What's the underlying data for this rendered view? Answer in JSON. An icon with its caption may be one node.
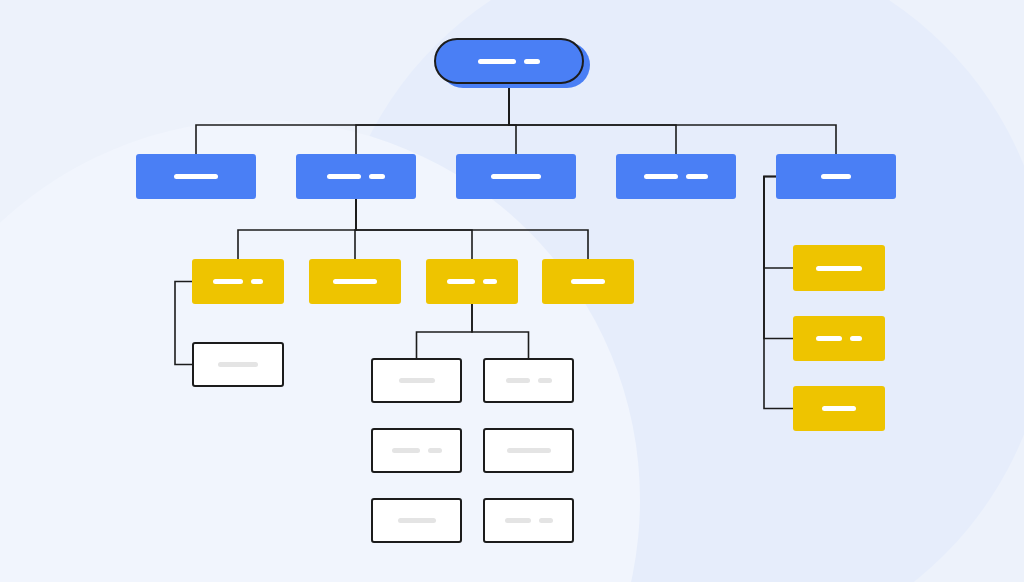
{
  "diagram": {
    "nodes": [
      {
        "text": [],
        "shape": "pill"
      },
      {
        "text": [],
        "shape": "box"
      },
      {
        "text": [],
        "shape": "box"
      },
      {
        "text": [],
        "shape": "box"
      },
      {
        "text": [],
        "shape": "box"
      },
      {
        "text": [],
        "shape": "box"
      },
      {
        "text": [],
        "shape": "box"
      },
      {
        "text": [],
        "shape": "box"
      },
      {
        "text": [],
        "shape": "box"
      },
      {
        "text": [],
        "shape": "box"
      },
      {
        "text": [],
        "shape": "box"
      },
      {
        "text": [],
        "shape": "box"
      },
      {
        "text": [],
        "shape": "box"
      },
      {
        "text": [],
        "shape": "box"
      },
      {
        "text": [],
        "shape": "box"
      },
      {
        "text": [],
        "shape": "box"
      },
      {
        "text": [],
        "shape": "box"
      },
      {
        "text": [],
        "shape": "box"
      },
      {
        "text": [],
        "shape": "box"
      },
      {
        "text": [],
        "shape": "box"
      }
    ],
    "edges": [
      {
        "from": 0,
        "to": 1,
        "arrow": "none"
      },
      {
        "from": 0,
        "to": 2,
        "arrow": "none"
      },
      {
        "from": 0,
        "to": 3,
        "arrow": "none"
      },
      {
        "from": 0,
        "to": 4,
        "arrow": "none"
      },
      {
        "from": 0,
        "to": 5,
        "arrow": "none"
      },
      {
        "from": 2,
        "to": 6,
        "arrow": "none"
      },
      {
        "from": 2,
        "to": 7,
        "arrow": "none"
      },
      {
        "from": 2,
        "to": 8,
        "arrow": "none"
      },
      {
        "from": 2,
        "to": 9,
        "arrow": "none"
      },
      {
        "from": 5,
        "to": 10,
        "arrow": "none"
      },
      {
        "from": 5,
        "to": 11,
        "arrow": "none"
      },
      {
        "from": 5,
        "to": 12,
        "arrow": "none"
      },
      {
        "from": 6,
        "to": 13,
        "arrow": "none"
      },
      {
        "from": 8,
        "to": 14,
        "arrow": "none"
      },
      {
        "from": 8,
        "to": 15,
        "arrow": "none"
      }
    ]
  }
}
